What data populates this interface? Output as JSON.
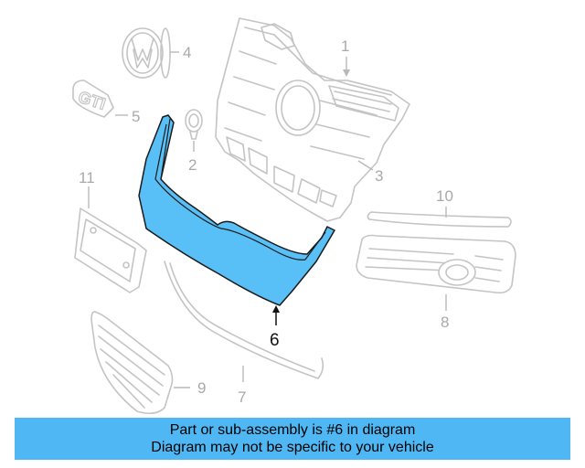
{
  "highlighted_part": "6",
  "callouts": [
    {
      "id": "1",
      "label": "1"
    },
    {
      "id": "2",
      "label": "2"
    },
    {
      "id": "3",
      "label": "3"
    },
    {
      "id": "4",
      "label": "4"
    },
    {
      "id": "5",
      "label": "5"
    },
    {
      "id": "6",
      "label": "6"
    },
    {
      "id": "7",
      "label": "7"
    },
    {
      "id": "8",
      "label": "8"
    },
    {
      "id": "9",
      "label": "9"
    },
    {
      "id": "10",
      "label": "10"
    },
    {
      "id": "11",
      "label": "11"
    }
  ],
  "emblem_text": "GTI",
  "banner": {
    "line1": "Part or sub-assembly is #6 in diagram",
    "line2": "Diagram may not be specific to your vehicle"
  },
  "colors": {
    "highlight": "#58c0f6",
    "banner": "#4fb8f4",
    "ghost": "#c4c4c4"
  }
}
